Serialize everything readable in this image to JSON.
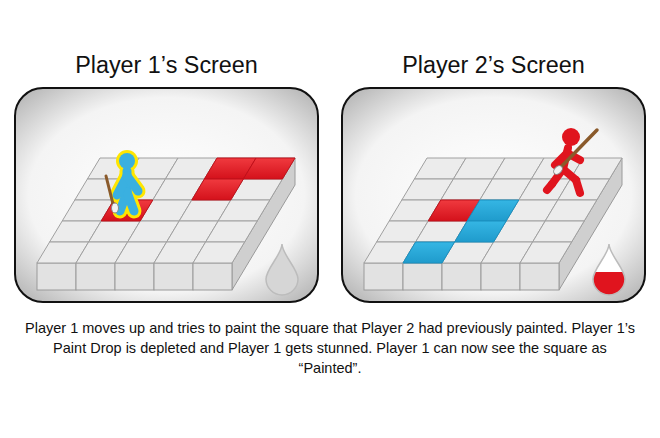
{
  "diagram": {
    "caption": "Player 1 moves up and tries to paint the square that Player 2 had previously painted. Player 1’s Paint Drop is depleted and Player 1 gets stunned. Player 1 can now see the square as “Painted”.",
    "nodes": [
      {
        "text": [
          "Player 1’s Screen"
        ]
      },
      {
        "text": [
          "Player 2’s Screen"
        ]
      }
    ]
  }
}
